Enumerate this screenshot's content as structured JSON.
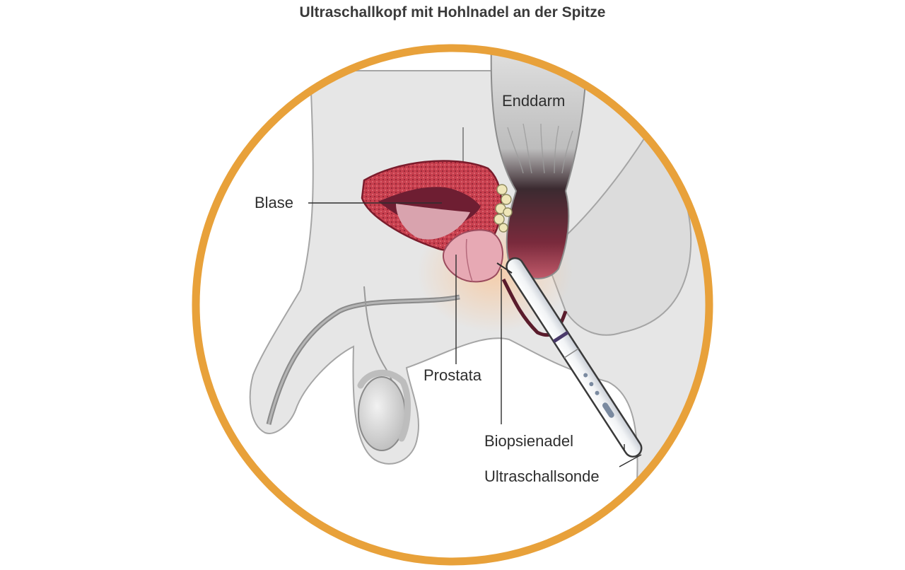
{
  "title": "Ultraschallkopf mit Hohlnadel an der Spitze",
  "labels": {
    "rectum": "Enddarm",
    "bladder": "Blase",
    "prostate": "Prostata",
    "biopsy_needle": "Biopsienadel",
    "ultrasound_probe": "Ultraschallsonde"
  },
  "colors": {
    "ring": "#e8a13a",
    "tissue": "#e6e6e6",
    "outline": "#9a9a9a",
    "bladder_wall": "#c83c4c",
    "bladder_lumen": "#6e1e32",
    "prostate": "#e7a9b4",
    "rectum_dark": "#5a1c2c",
    "probe": "#f4f6f8",
    "probe_band": "#4a3a6a"
  }
}
